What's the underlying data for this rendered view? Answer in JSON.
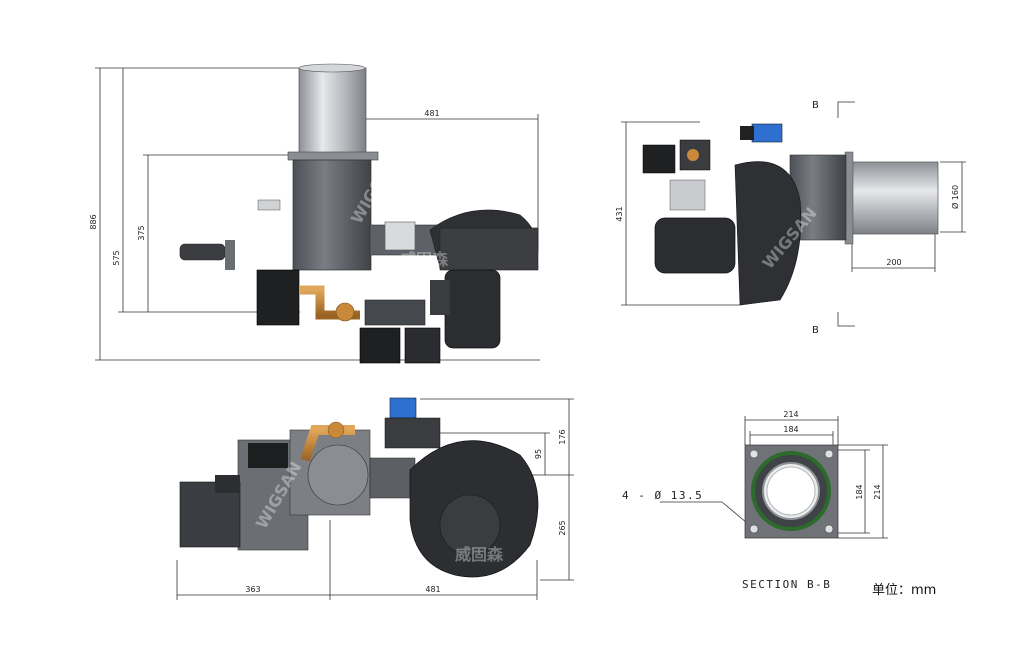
{
  "views": {
    "side": {
      "dimensions": {
        "height_total": "886",
        "height_mid": "575",
        "height_inner": "375",
        "width_top": "481"
      }
    },
    "front": {
      "dimensions": {
        "height": "431",
        "diameter": "Ø 160",
        "length": "200"
      },
      "section_marker_top": "B",
      "section_marker_bottom": "B"
    },
    "top": {
      "dimensions": {
        "width_left": "363",
        "width_right": "481",
        "height_right": "265",
        "height_upper": "176",
        "offset": "95"
      }
    },
    "section": {
      "dimensions": {
        "outer_width": "214",
        "inner_width": "184",
        "inner_height": "184",
        "outer_height": "214",
        "holes": "4 - Ø 13.5"
      },
      "label": "SECTION B-B"
    }
  },
  "unit_label": "单位：mm",
  "watermark": {
    "brand": "WIGSAN",
    "cn": "威固森"
  },
  "colors": {
    "line": "#333333",
    "body_dark": "#3a3a3a",
    "body_mid": "#6a6d72",
    "metal": "#b9bcc0",
    "brass": "#c8893a",
    "blue": "#2f6fd0"
  }
}
